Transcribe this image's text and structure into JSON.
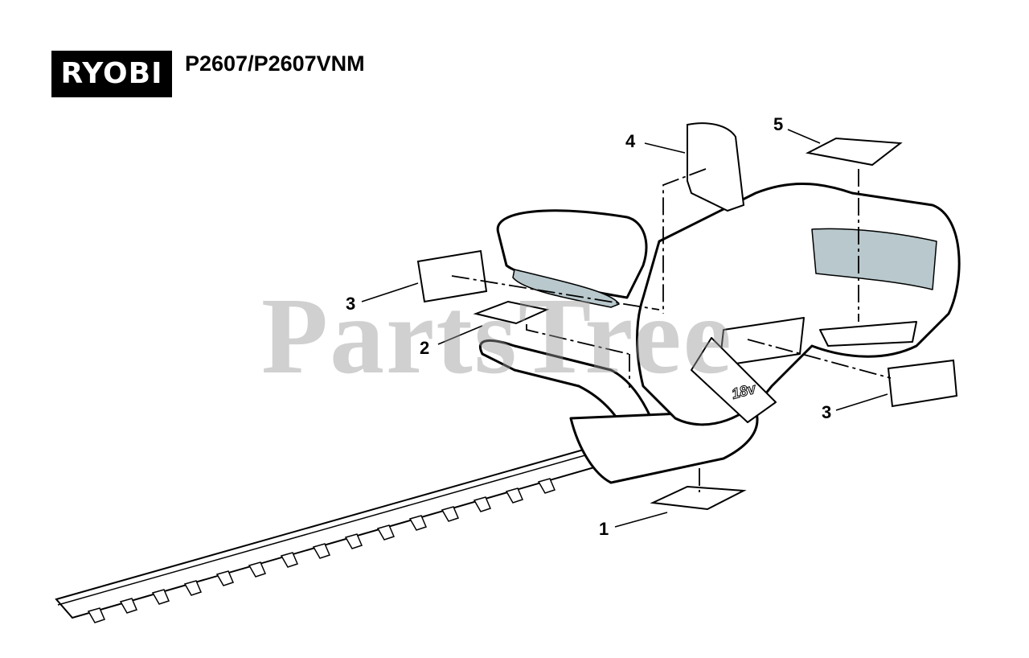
{
  "header": {
    "brand_logo": "RYOBI",
    "model": "P2607/P2607VNM"
  },
  "watermark": "PartsTree",
  "tool": {
    "voltage_label": "18v"
  },
  "callouts": [
    {
      "id": "c4",
      "label": "4"
    },
    {
      "id": "c5",
      "label": "5"
    },
    {
      "id": "c3a",
      "label": "3"
    },
    {
      "id": "c2",
      "label": "2"
    },
    {
      "id": "c3b",
      "label": "3"
    },
    {
      "id": "c1",
      "label": "1"
    }
  ],
  "colors": {
    "line": "#000000",
    "grip_shade": "#b8c8cc",
    "watermark": "#969696"
  }
}
